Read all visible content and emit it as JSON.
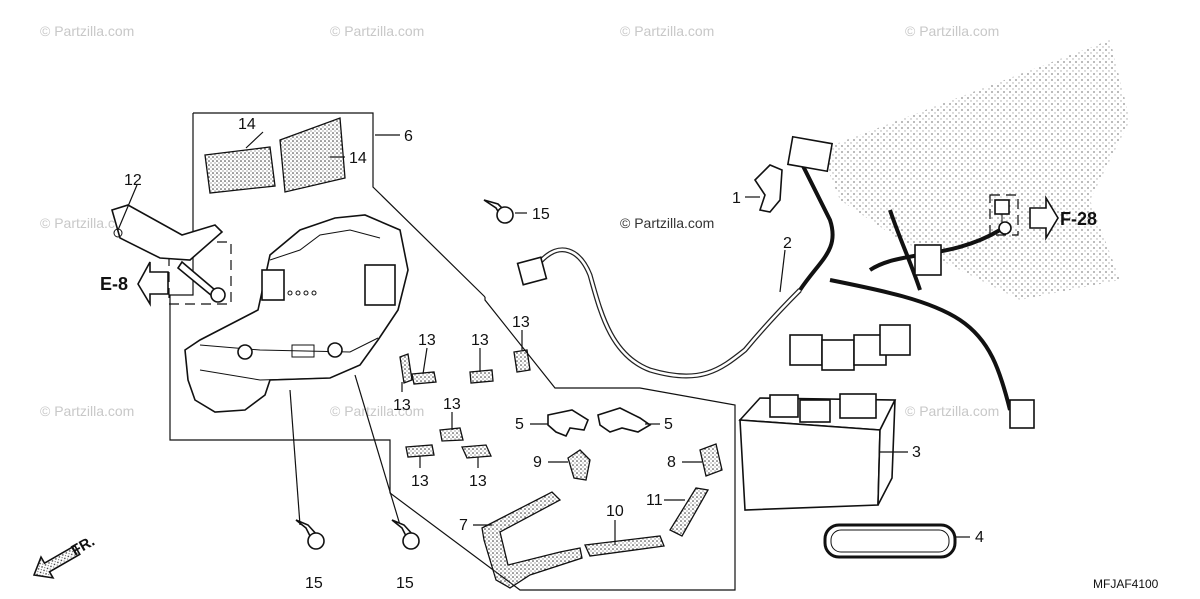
{
  "watermarks": [
    "© Partzilla.com",
    "© Partzilla.com",
    "© Partzilla.com",
    "© Partzilla.com",
    "© Partzilla.com",
    "© Partzilla.com",
    "© Partzilla.com",
    "© Partzilla.com",
    "© Partzilla.com"
  ],
  "callouts": {
    "c1": "1",
    "c2": "2",
    "c3": "3",
    "c4": "4",
    "c5a": "5",
    "c5b": "5",
    "c6": "6",
    "c7": "7",
    "c8": "8",
    "c9": "9",
    "c10": "10",
    "c11": "11",
    "c12": "12",
    "c13a": "13",
    "c13b": "13",
    "c13c": "13",
    "c13d": "13",
    "c13e": "13",
    "c13f": "13",
    "c13g": "13",
    "c14a": "14",
    "c14b": "14",
    "c15a": "15",
    "c15b": "15",
    "c15c": "15"
  },
  "refs": {
    "e8": "E-8",
    "f28": "F-28",
    "fr": "FR."
  },
  "diagram_code": "MFJAF4100"
}
